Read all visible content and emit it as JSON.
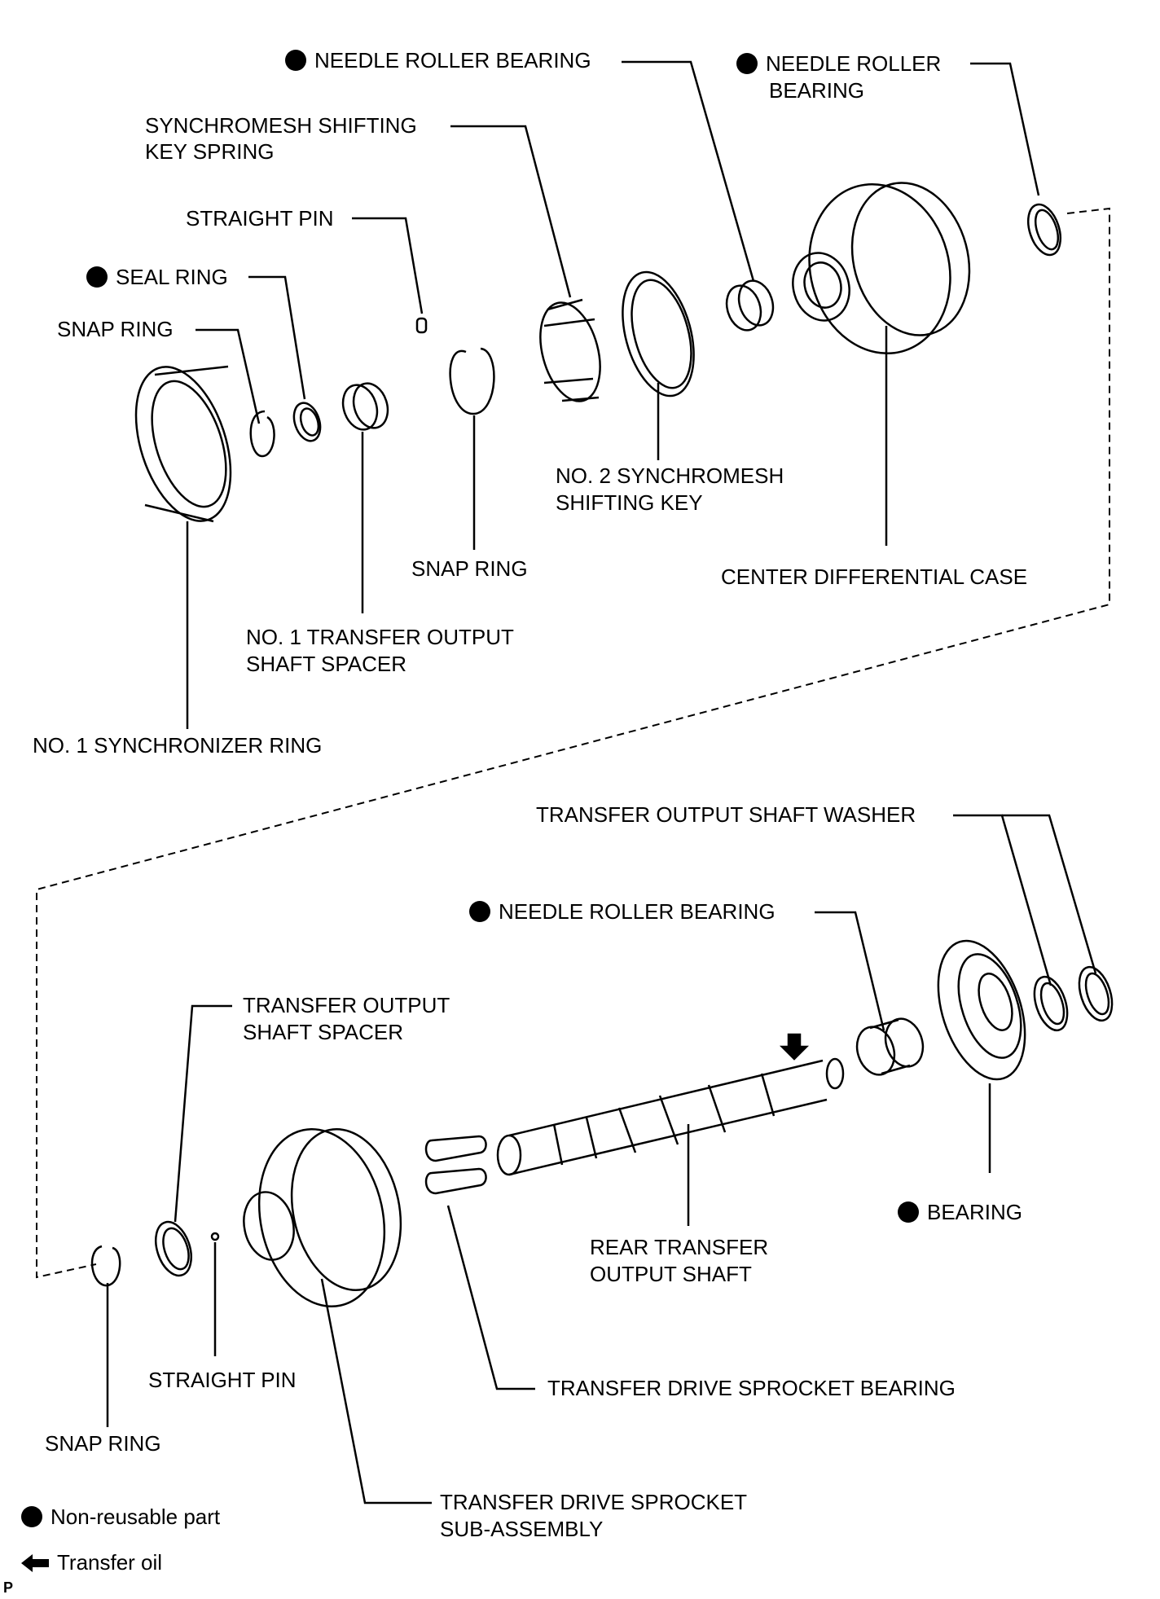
{
  "labels": {
    "needle_top_center": "NEEDLE ROLLER BEARING",
    "needle_top_right_1": "NEEDLE ROLLER",
    "needle_top_right_2": "BEARING",
    "sync_spring_1": "SYNCHROMESH SHIFTING",
    "sync_spring_2": "KEY SPRING",
    "straight_pin_top": "STRAIGHT PIN",
    "seal_ring": "SEAL RING",
    "snap_ring_top_left": "SNAP RING",
    "no2_key_1": "NO. 2 SYNCHROMESH",
    "no2_key_2": "SHIFTING KEY",
    "snap_ring_top_mid": "SNAP RING",
    "center_diff_case": "CENTER DIFFERENTIAL CASE",
    "no1_spacer_1": "NO. 1 TRANSFER OUTPUT",
    "no1_spacer_2": "SHAFT SPACER",
    "no1_sync_ring": "NO. 1 SYNCHRONIZER RING",
    "washer": "TRANSFER OUTPUT SHAFT WASHER",
    "needle_bottom": "NEEDLE ROLLER BEARING",
    "spacer_1": "TRANSFER OUTPUT",
    "spacer_2": "SHAFT SPACER",
    "bearing": "BEARING",
    "rear_shaft_1": "REAR TRANSFER",
    "rear_shaft_2": "OUTPUT SHAFT",
    "straight_pin_bottom": "STRAIGHT PIN",
    "sprocket_bearing": "TRANSFER DRIVE SPROCKET BEARING",
    "snap_ring_bottom": "SNAP RING",
    "sprocket_1": "TRANSFER DRIVE SPROCKET",
    "sprocket_2": "SUB-ASSEMBLY"
  },
  "legend": {
    "non_reusable": "Non-reusable part",
    "transfer_oil": "Transfer oil",
    "footer_code": "P"
  },
  "icons": {
    "non_reusable": "filled-circle-icon",
    "transfer_oil": "left-arrow-icon"
  }
}
